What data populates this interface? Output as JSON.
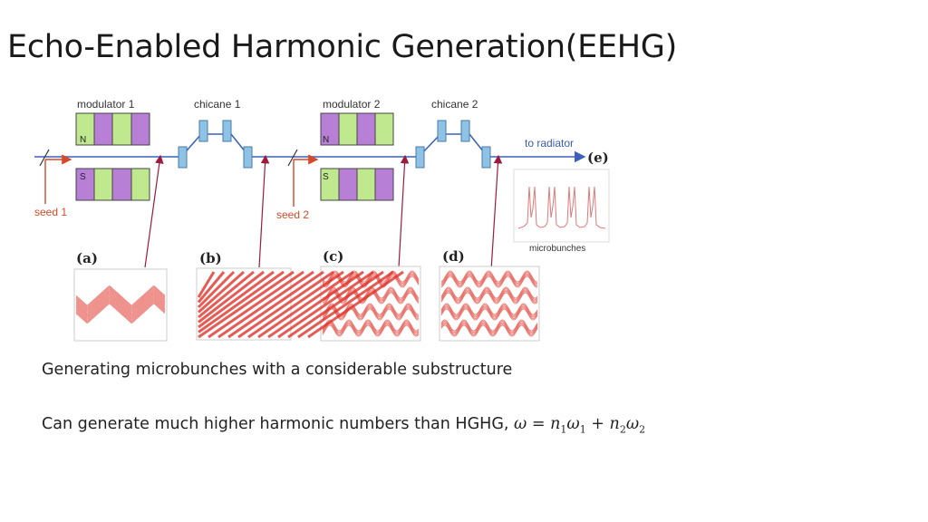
{
  "title": "Echo-Enabled Harmonic Generation(EEHG)",
  "diagram": {
    "modulator1": "modulator 1",
    "chicane1": "chicane 1",
    "modulator2": "modulator 2",
    "chicane2": "chicane 2",
    "to_radiator": "to radiator",
    "seed1": "seed 1",
    "seed2": "seed 2",
    "pole_n": "N",
    "pole_s": "S",
    "panel_a": "(a)",
    "panel_b": "(b)",
    "panel_c": "(c)",
    "panel_d": "(d)",
    "panel_e": "(e)",
    "microbunches": "microbunches",
    "colors": {
      "green": "#bfe88f",
      "purple": "#b77fd6",
      "beam": "#3b62b8",
      "magnet": "#8fc3e6",
      "seed": "#d4492a",
      "arrow": "#9b1c3c",
      "phase": "#e0332a"
    }
  },
  "bullets": {
    "line1": "Generating microbunches with a considerable substructure",
    "line2_text": "Can generate much higher harmonic numbers than HGHG,",
    "eq": {
      "omega": "ω",
      "equals": "=",
      "n1": "n",
      "sub1": "1",
      "w1": "ω",
      "subw1": "1",
      "plus": "+",
      "n2": "n",
      "sub2": "2",
      "w2": "ω",
      "subw2": "2"
    }
  }
}
